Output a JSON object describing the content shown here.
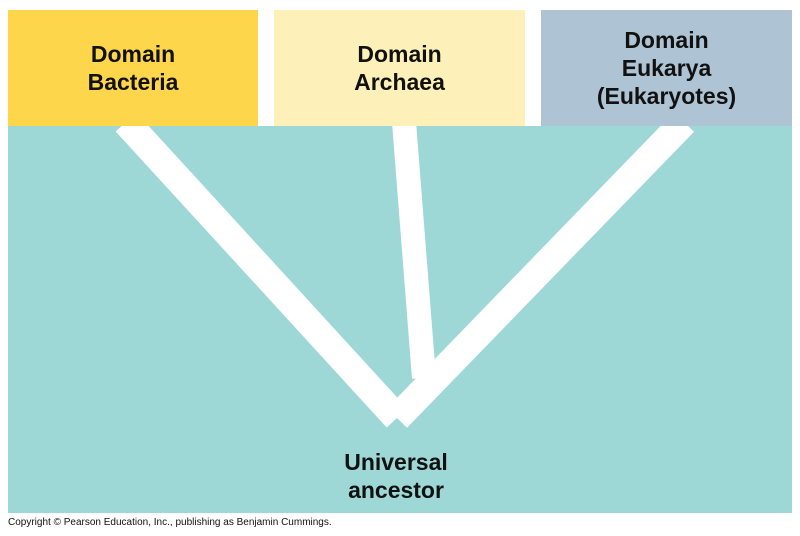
{
  "colors": {
    "background_panel": "#9ed8d6",
    "branches": "#ffffff",
    "bacteria_box": "#fdd64c",
    "archaea_box": "#fdf0b8",
    "eukarya_box": "#aec4d5",
    "text": "#111111"
  },
  "domains": [
    {
      "label": "Domain\nBacteria"
    },
    {
      "label": "Domain\nArchaea"
    },
    {
      "label": "Domain\nEukarya\n(Eukaryotes)"
    }
  ],
  "ancestor": {
    "label": "Universal\nancestor"
  },
  "footer": {
    "copyright": "Copyright © Pearson Education, Inc., publishing as Benjamin Cummings."
  }
}
